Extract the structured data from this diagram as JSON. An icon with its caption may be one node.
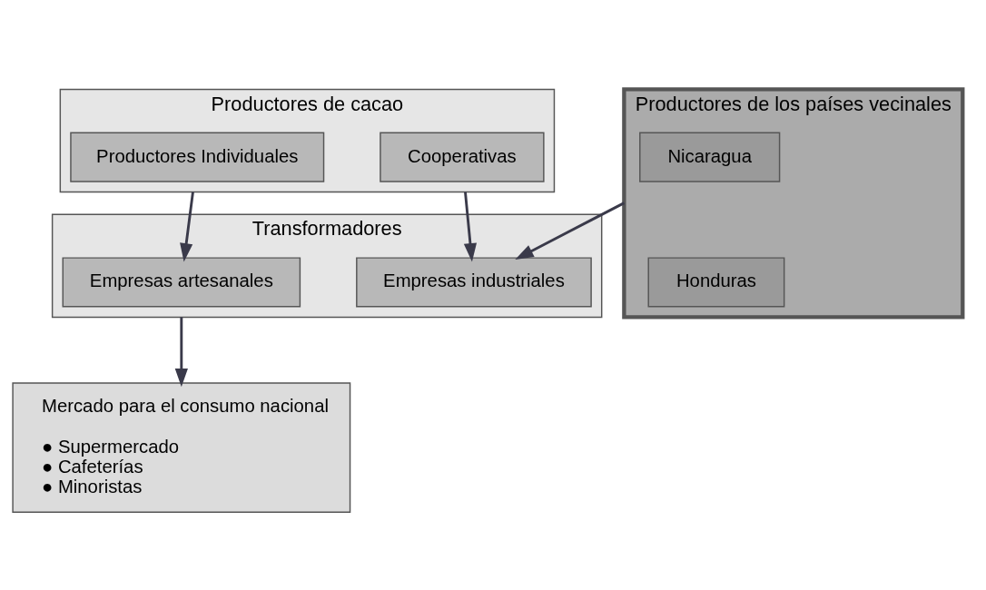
{
  "diagram": {
    "nodes": [
      {
        "text": [
          "Productores de cacao"
        ]
      },
      {
        "text": [
          "Productores Individuales"
        ],
        "in": 0
      },
      {
        "text": [
          "Cooperativas"
        ],
        "in": 0
      },
      {
        "text": [
          "Productores de los países vecinales"
        ]
      },
      {
        "text": [
          "Nicaragua"
        ],
        "in": 3
      },
      {
        "text": [
          "Honduras"
        ],
        "in": 3
      },
      {
        "text": [
          "Transformadores"
        ]
      },
      {
        "text": [
          "Empresas artesanales"
        ],
        "in": 6
      },
      {
        "text": [
          "Empresas industriales"
        ],
        "in": 6
      },
      {
        "text": [
          "Mercado para el consumo nacional",
          "● Supermercado",
          "● Cafeterías",
          "● Minoristas"
        ]
      }
    ],
    "edges": [
      {
        "from": 0,
        "to": 7,
        "arrow": "to"
      },
      {
        "from": 0,
        "to": 8,
        "arrow": "to"
      },
      {
        "from": 3,
        "to": 8,
        "arrow": "to"
      },
      {
        "from": 6,
        "to": 9,
        "arrow": "to"
      }
    ]
  }
}
